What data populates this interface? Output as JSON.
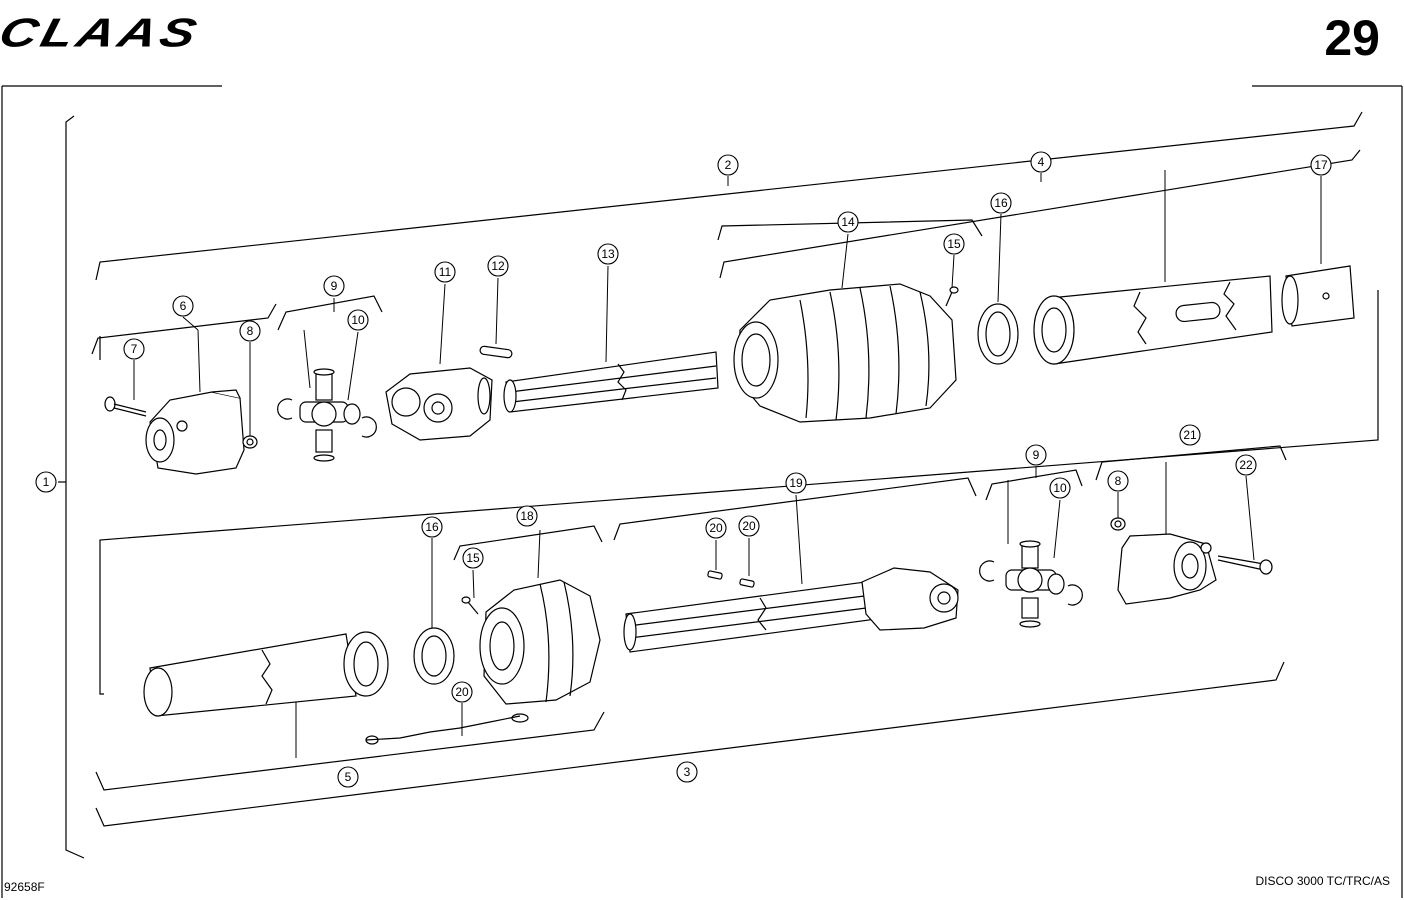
{
  "header": {
    "brand": "CLAAS",
    "page_number": "29"
  },
  "footer": {
    "drawing_code": "92658F",
    "model": "DISCO 3000 TC/TRC/AS"
  },
  "callouts": [
    "1",
    "2",
    "3",
    "4",
    "5",
    "6",
    "7",
    "8",
    "9",
    "10",
    "11",
    "12",
    "13",
    "14",
    "15",
    "16",
    "17",
    "18",
    "19",
    "20",
    "20",
    "20",
    "21",
    "22",
    "8",
    "9",
    "10",
    "15",
    "16"
  ]
}
